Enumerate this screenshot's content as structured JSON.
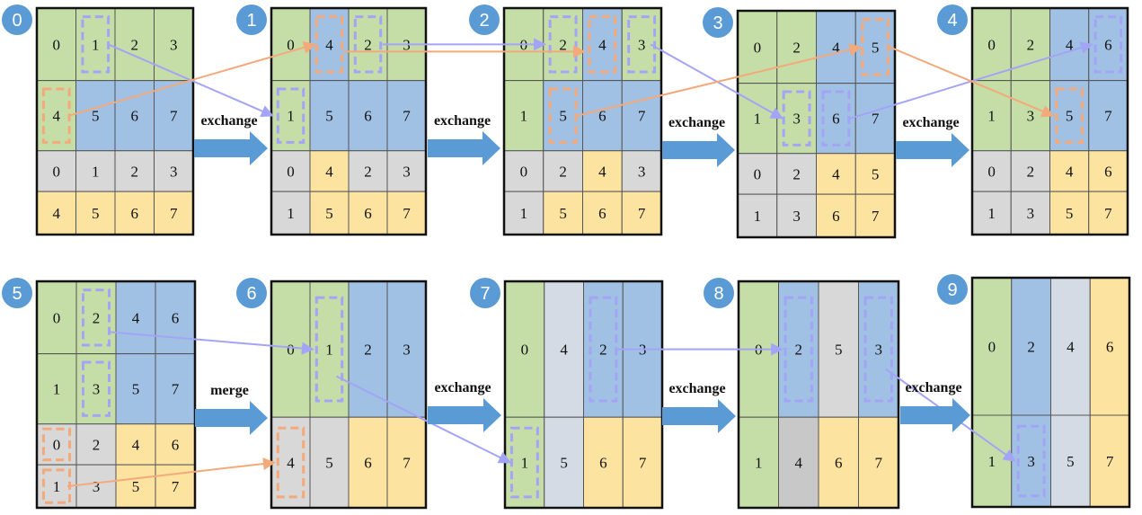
{
  "colors": {
    "green": "#c5dea7",
    "blue": "#a0c0e4",
    "grey": "#d8d8d8",
    "yellow": "#fde3a0",
    "greyBlue": "#d5dbe4",
    "darkGrey": "#c8c8c8",
    "arrowBlue": "#a4a4f6",
    "arrowOrange": "#f4a97a",
    "bigArrow": "#5b9bd5",
    "stepCircle": "#5b9bd5"
  },
  "steps": [
    {
      "label": "0",
      "rows": [
        [
          {
            "t": "0",
            "c": "green"
          },
          {
            "t": "1",
            "c": "green"
          },
          {
            "t": "2",
            "c": "green"
          },
          {
            "t": "3",
            "c": "green"
          }
        ],
        [
          {
            "t": "4",
            "c": "green"
          },
          {
            "t": "5",
            "c": "blue"
          },
          {
            "t": "6",
            "c": "blue"
          },
          {
            "t": "7",
            "c": "blue"
          }
        ],
        [
          {
            "t": "0",
            "c": "grey"
          },
          {
            "t": "1",
            "c": "grey"
          },
          {
            "t": "2",
            "c": "grey"
          },
          {
            "t": "3",
            "c": "grey"
          }
        ],
        [
          {
            "t": "4",
            "c": "yellow"
          },
          {
            "t": "5",
            "c": "yellow"
          },
          {
            "t": "6",
            "c": "yellow"
          },
          {
            "t": "7",
            "c": "yellow"
          }
        ]
      ]
    },
    {
      "label": "1",
      "rows": [
        [
          {
            "t": "0",
            "c": "green"
          },
          {
            "t": "4",
            "c": "blue"
          },
          {
            "t": "2",
            "c": "green"
          },
          {
            "t": "3",
            "c": "green"
          }
        ],
        [
          {
            "t": "1",
            "c": "green"
          },
          {
            "t": "5",
            "c": "blue"
          },
          {
            "t": "6",
            "c": "blue"
          },
          {
            "t": "7",
            "c": "blue"
          }
        ],
        [
          {
            "t": "0",
            "c": "grey"
          },
          {
            "t": "4",
            "c": "yellow"
          },
          {
            "t": "2",
            "c": "grey"
          },
          {
            "t": "3",
            "c": "grey"
          }
        ],
        [
          {
            "t": "1",
            "c": "grey"
          },
          {
            "t": "5",
            "c": "yellow"
          },
          {
            "t": "6",
            "c": "yellow"
          },
          {
            "t": "7",
            "c": "yellow"
          }
        ]
      ]
    },
    {
      "label": "2",
      "rows": [
        [
          {
            "t": "0",
            "c": "green"
          },
          {
            "t": "2",
            "c": "green"
          },
          {
            "t": "4",
            "c": "blue"
          },
          {
            "t": "3",
            "c": "green"
          }
        ],
        [
          {
            "t": "1",
            "c": "green"
          },
          {
            "t": "5",
            "c": "blue"
          },
          {
            "t": "6",
            "c": "blue"
          },
          {
            "t": "7",
            "c": "blue"
          }
        ],
        [
          {
            "t": "0",
            "c": "grey"
          },
          {
            "t": "2",
            "c": "grey"
          },
          {
            "t": "4",
            "c": "yellow"
          },
          {
            "t": "3",
            "c": "grey"
          }
        ],
        [
          {
            "t": "1",
            "c": "grey"
          },
          {
            "t": "5",
            "c": "yellow"
          },
          {
            "t": "6",
            "c": "yellow"
          },
          {
            "t": "7",
            "c": "yellow"
          }
        ]
      ]
    },
    {
      "label": "3",
      "rows": [
        [
          {
            "t": "0",
            "c": "green"
          },
          {
            "t": "2",
            "c": "green"
          },
          {
            "t": "4",
            "c": "blue"
          },
          {
            "t": "5",
            "c": "blue"
          }
        ],
        [
          {
            "t": "1",
            "c": "green"
          },
          {
            "t": "3",
            "c": "green"
          },
          {
            "t": "6",
            "c": "blue"
          },
          {
            "t": "7",
            "c": "blue"
          }
        ],
        [
          {
            "t": "0",
            "c": "grey"
          },
          {
            "t": "2",
            "c": "grey"
          },
          {
            "t": "4",
            "c": "yellow"
          },
          {
            "t": "5",
            "c": "yellow"
          }
        ],
        [
          {
            "t": "1",
            "c": "grey"
          },
          {
            "t": "3",
            "c": "grey"
          },
          {
            "t": "6",
            "c": "yellow"
          },
          {
            "t": "7",
            "c": "yellow"
          }
        ]
      ]
    },
    {
      "label": "4",
      "rows": [
        [
          {
            "t": "0",
            "c": "green"
          },
          {
            "t": "2",
            "c": "green"
          },
          {
            "t": "4",
            "c": "blue"
          },
          {
            "t": "6",
            "c": "blue"
          }
        ],
        [
          {
            "t": "1",
            "c": "green"
          },
          {
            "t": "3",
            "c": "green"
          },
          {
            "t": "5",
            "c": "blue"
          },
          {
            "t": "7",
            "c": "blue"
          }
        ],
        [
          {
            "t": "0",
            "c": "grey"
          },
          {
            "t": "2",
            "c": "grey"
          },
          {
            "t": "4",
            "c": "yellow"
          },
          {
            "t": "6",
            "c": "yellow"
          }
        ],
        [
          {
            "t": "1",
            "c": "grey"
          },
          {
            "t": "3",
            "c": "grey"
          },
          {
            "t": "5",
            "c": "yellow"
          },
          {
            "t": "7",
            "c": "yellow"
          }
        ]
      ]
    },
    {
      "label": "5",
      "rows": [
        [
          {
            "t": "0",
            "c": "green"
          },
          {
            "t": "2",
            "c": "green"
          },
          {
            "t": "4",
            "c": "blue"
          },
          {
            "t": "6",
            "c": "blue"
          }
        ],
        [
          {
            "t": "1",
            "c": "green"
          },
          {
            "t": "3",
            "c": "green"
          },
          {
            "t": "5",
            "c": "blue"
          },
          {
            "t": "7",
            "c": "blue"
          }
        ],
        [
          {
            "t": "0",
            "c": "grey"
          },
          {
            "t": "2",
            "c": "grey"
          },
          {
            "t": "4",
            "c": "yellow"
          },
          {
            "t": "6",
            "c": "yellow"
          }
        ],
        [
          {
            "t": "1",
            "c": "grey"
          },
          {
            "t": "3",
            "c": "grey"
          },
          {
            "t": "5",
            "c": "yellow"
          },
          {
            "t": "7",
            "c": "yellow"
          }
        ]
      ]
    },
    {
      "label": "6",
      "rows": [
        [
          {
            "t": "0",
            "c": "green"
          },
          {
            "t": "1",
            "c": "green"
          },
          {
            "t": "2",
            "c": "blue"
          },
          {
            "t": "3",
            "c": "blue"
          }
        ],
        [
          {
            "t": "4",
            "c": "grey"
          },
          {
            "t": "5",
            "c": "grey"
          },
          {
            "t": "6",
            "c": "yellow"
          },
          {
            "t": "7",
            "c": "yellow"
          }
        ]
      ]
    },
    {
      "label": "7",
      "rows": [
        [
          {
            "t": "0",
            "c": "green"
          },
          {
            "t": "4",
            "c": "greyBlue"
          },
          {
            "t": "2",
            "c": "blue"
          },
          {
            "t": "3",
            "c": "blue"
          }
        ],
        [
          {
            "t": "1",
            "c": "green"
          },
          {
            "t": "5",
            "c": "greyBlue"
          },
          {
            "t": "6",
            "c": "yellow"
          },
          {
            "t": "7",
            "c": "yellow"
          }
        ]
      ]
    },
    {
      "label": "8",
      "rows": [
        [
          {
            "t": "0",
            "c": "green"
          },
          {
            "t": "2",
            "c": "blue"
          },
          {
            "t": "5",
            "c": "grey"
          },
          {
            "t": "3",
            "c": "blue"
          }
        ],
        [
          {
            "t": "1",
            "c": "green"
          },
          {
            "t": "4",
            "c": "darkGrey"
          },
          {
            "t": "6",
            "c": "yellow"
          },
          {
            "t": "7",
            "c": "yellow"
          }
        ]
      ]
    },
    {
      "label": "9",
      "rows": [
        [
          {
            "t": "0",
            "c": "green"
          },
          {
            "t": "2",
            "c": "blue"
          },
          {
            "t": "4",
            "c": "greyBlue"
          },
          {
            "t": "6",
            "c": "yellow"
          }
        ],
        [
          {
            "t": "1",
            "c": "green"
          },
          {
            "t": "3",
            "c": "blue"
          },
          {
            "t": "5",
            "c": "greyBlue"
          },
          {
            "t": "7",
            "c": "yellow"
          }
        ]
      ]
    }
  ],
  "operations": [
    "exchange",
    "exchange",
    "exchange",
    "exchange",
    "merge",
    "exchange",
    "exchange",
    "exchange"
  ]
}
